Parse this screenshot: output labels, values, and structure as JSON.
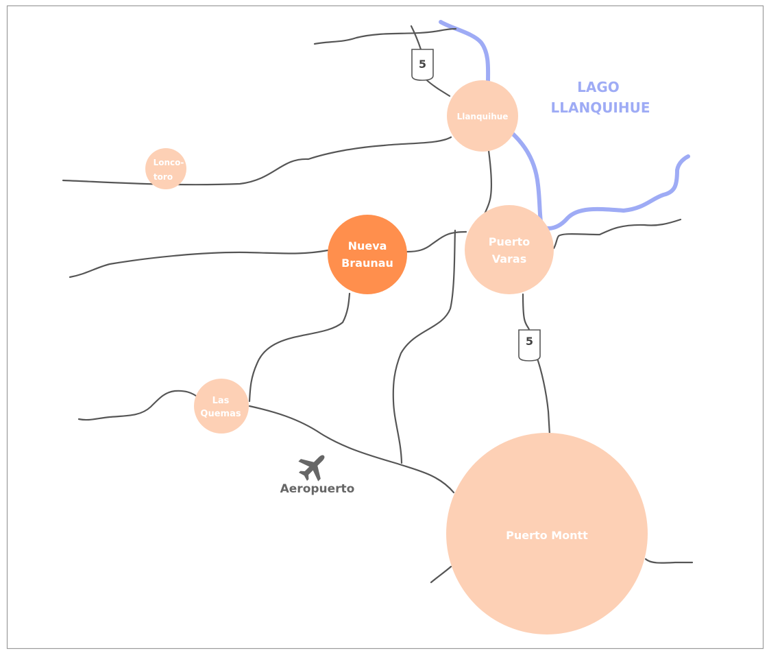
{
  "colors": {
    "city_fill": "#fdd0b5",
    "highlight_fill": "#ff8f4d",
    "water": "#9eabf5",
    "road": "#555555",
    "airport": "#666666",
    "frame": "#9a9a9a"
  },
  "lake": {
    "line1": "LAGO",
    "line2": "LLANQUIHUE"
  },
  "cities": {
    "llanquihue": {
      "line1": "Llanquihue"
    },
    "loncotoro": {
      "line1": "Lonco-",
      "line2": "toro"
    },
    "nueva_braunau": {
      "line1": "Nueva",
      "line2": "Braunau",
      "highlighted": true
    },
    "puerto_varas": {
      "line1": "Puerto",
      "line2": "Varas"
    },
    "las_quemas": {
      "line1": "Las",
      "line2": "Quemas"
    },
    "puerto_montt": {
      "line1": "Puerto Montt"
    }
  },
  "route_shields": {
    "north": "5",
    "south": "5"
  },
  "airport": {
    "icon": "airplane-icon",
    "label": "Aeropuerto"
  }
}
